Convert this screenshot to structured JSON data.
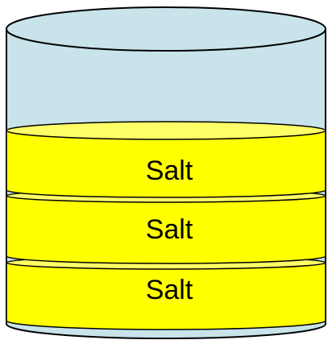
{
  "colors": {
    "container_fill": "#c9e3ea",
    "salt_fill": "#ffff00",
    "outline": "#000000"
  },
  "layers": [
    {
      "label": "Salt"
    },
    {
      "label": "Salt"
    },
    {
      "label": "Salt"
    }
  ]
}
